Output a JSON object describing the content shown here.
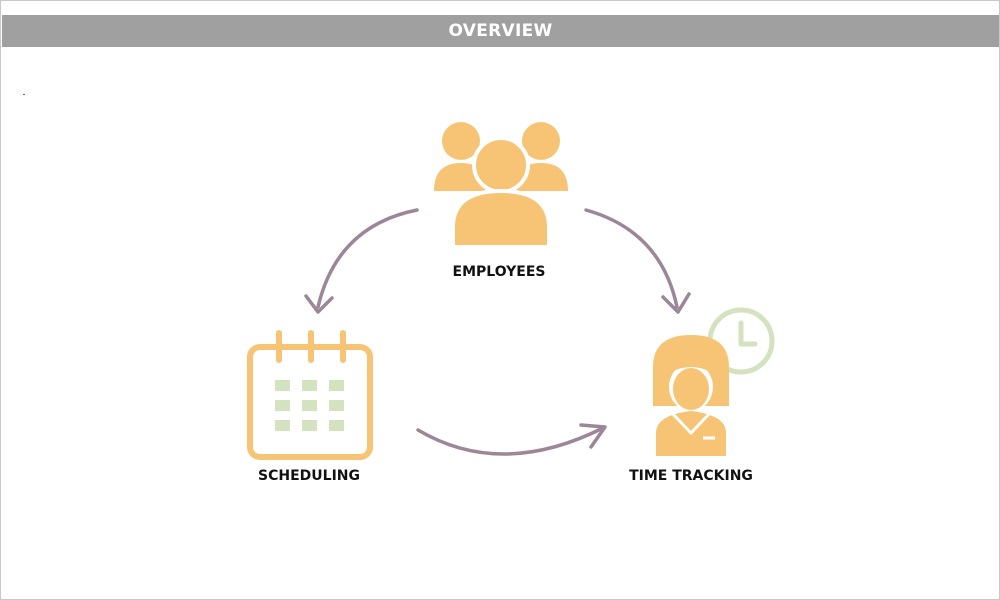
{
  "header": {
    "title": "OVERVIEW"
  },
  "nodes": {
    "employees": {
      "label": "EMPLOYEES",
      "icon": "users-icon"
    },
    "scheduling": {
      "label": "SCHEDULING",
      "icon": "calendar-icon"
    },
    "time_tracking": {
      "label": "TIME TRACKING",
      "icon": "employee-clock-icon"
    }
  },
  "edges": [
    {
      "from": "employees",
      "to": "scheduling"
    },
    {
      "from": "employees",
      "to": "time_tracking"
    },
    {
      "from": "scheduling",
      "to": "time_tracking"
    }
  ],
  "colors": {
    "header_bg": "#a0a0a0",
    "icon_orange": "#f6c474",
    "icon_green": "#d4e2c0",
    "arrow": "#9b8798",
    "label": "#111111"
  }
}
